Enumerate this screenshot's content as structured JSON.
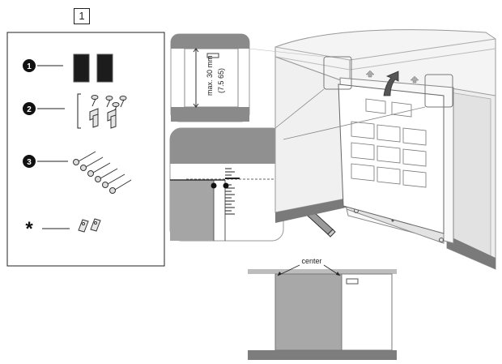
{
  "figure": {
    "step_number": "1",
    "parts": [
      {
        "marker": "1",
        "name": "adhesive-strips"
      },
      {
        "marker": "2",
        "name": "screws-and-brackets"
      },
      {
        "marker": "3",
        "name": "long-screws"
      },
      {
        "marker": "*",
        "name": "extra-clips"
      }
    ],
    "height_callout": {
      "line1": "max. 30 mm",
      "line2": "(7.5 65)"
    },
    "center_label": "center",
    "icons": {
      "pencil": "pencil-icon",
      "arrow": "up-arrow-icon"
    }
  }
}
